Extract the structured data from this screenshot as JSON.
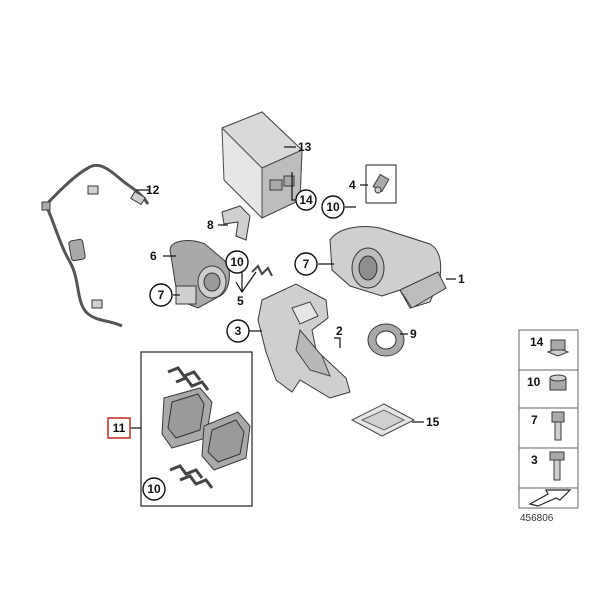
{
  "callouts": {
    "c1": "1",
    "c2": "2",
    "c3": "3",
    "c4": "4",
    "c5": "5",
    "c6": "6",
    "c7a": "7",
    "c7b": "7",
    "c8": "8",
    "c9": "9",
    "c10a": "10",
    "c10b": "10",
    "c10c": "10",
    "c11": "11",
    "c12": "12",
    "c13": "13",
    "c14": "14",
    "c15": "15"
  },
  "legend": {
    "items": [
      {
        "label": "14",
        "icon": "flange-nut-icon"
      },
      {
        "label": "10",
        "icon": "hex-nut-icon"
      },
      {
        "label": "7",
        "icon": "socket-bolt-icon"
      },
      {
        "label": "3",
        "icon": "hex-bolt-icon"
      }
    ],
    "arrow_icon": "wedge-arrow-icon"
  },
  "diagram_number": "456806",
  "colors": {
    "highlight": "#c0392b",
    "part_fill": "#cfcfcf",
    "outline": "#3a3a3a"
  }
}
